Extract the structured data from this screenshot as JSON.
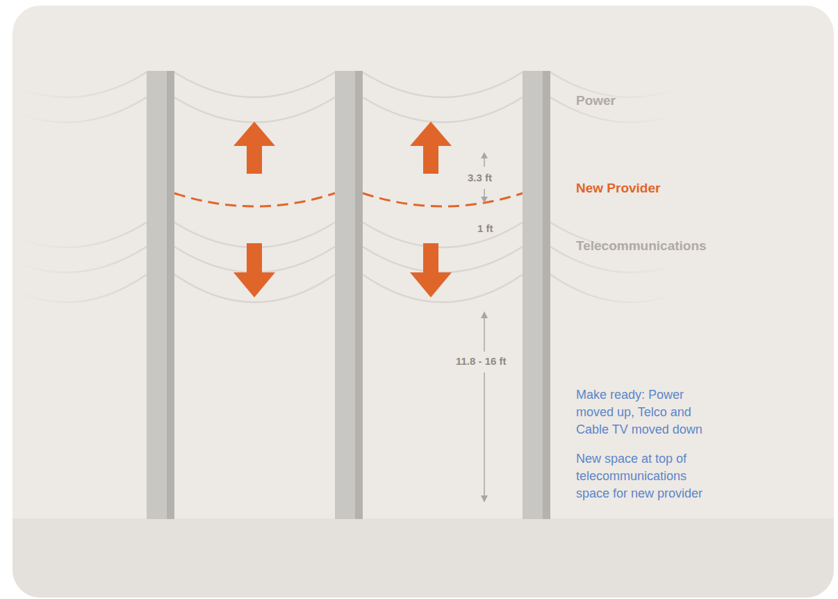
{
  "diagram": {
    "labels": [
      "Power",
      "New Provider",
      "Telecommunications",
      "3.3 ft",
      "1 ft",
      "11.8 - 16 ft",
      "Make ready: Power moved up, Telco and Cable TV moved down",
      "New space at top of telecommunications space for new provider"
    ]
  }
}
